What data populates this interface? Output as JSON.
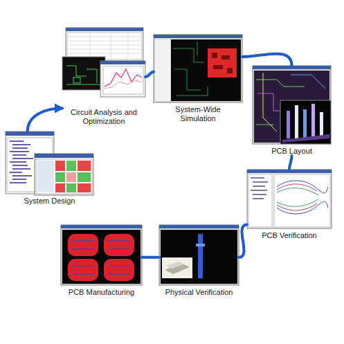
{
  "diagram": {
    "nodes": [
      {
        "text": [
          "System Design"
        ]
      },
      {
        "text": [
          "Circuit Analysis and Optimization"
        ]
      },
      {
        "text": [
          "System-Wide Simulation"
        ]
      },
      {
        "text": [
          "PCB Layout"
        ]
      },
      {
        "text": [
          "PCB Verification"
        ]
      },
      {
        "text": [
          "Physical Verification"
        ]
      },
      {
        "text": [
          "PCB Manufacturing"
        ]
      }
    ],
    "edges": [
      {
        "from": 0,
        "to": 1,
        "arrow": "to"
      },
      {
        "from": 1,
        "to": 2,
        "arrow": "none"
      },
      {
        "from": 2,
        "to": 3,
        "arrow": "none"
      },
      {
        "from": 3,
        "to": 4,
        "arrow": "none"
      },
      {
        "from": 4,
        "to": 5,
        "arrow": "none"
      },
      {
        "from": 5,
        "to": 6,
        "arrow": "none"
      }
    ]
  }
}
